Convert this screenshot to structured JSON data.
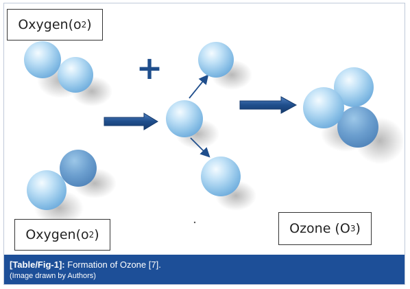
{
  "diagram": {
    "labels": {
      "oxygen_top": "Oxygen(o",
      "oxygen_top_sub": "2",
      "oxygen_top_close": ")",
      "oxygen_bottom": "Oxygen(o",
      "oxygen_bottom_sub": "2",
      "oxygen_bottom_close": ")",
      "ozone": "Ozone (O",
      "ozone_sub": "3",
      "ozone_close": ")"
    },
    "plus_sign": "+",
    "colors": {
      "atom_light": "#dceefa",
      "atom_mid": "#8fc4ea",
      "atom_dark": "#4f8fc9",
      "arrow": "#1f4e8c",
      "caption_bg": "#1d4f98"
    }
  },
  "caption": {
    "ref": "[Table/Fig-1]:",
    "title": " Formation of Ozone [7].",
    "note": "(Image drawn by Authors)"
  }
}
